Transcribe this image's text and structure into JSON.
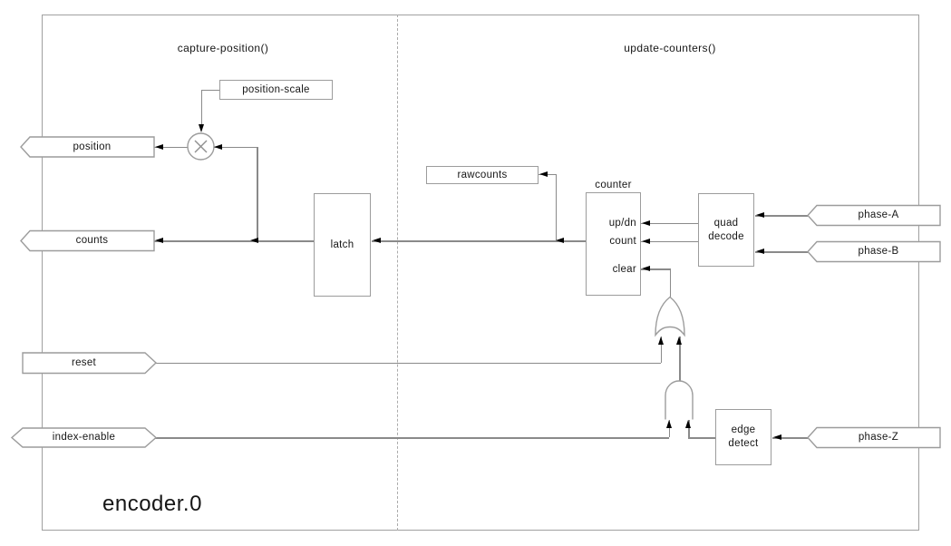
{
  "colors": {
    "background": "#ffffff",
    "wire": "#8a8a8a",
    "box_border": "#9c9c9c",
    "text": "#161616",
    "arrowhead": "#000000",
    "divider_dash": "#ababab"
  },
  "component": {
    "name": "encoder.0"
  },
  "sections": {
    "capture": {
      "title": "capture-position()"
    },
    "update": {
      "title": "update-counters()"
    }
  },
  "pins": {
    "position": {
      "label": "position",
      "direction": "out"
    },
    "counts": {
      "label": "counts",
      "direction": "out"
    },
    "reset": {
      "label": "reset",
      "direction": "in"
    },
    "index_enable": {
      "label": "index-enable",
      "direction": "io"
    },
    "phase_a": {
      "label": "phase-A",
      "direction": "in"
    },
    "phase_b": {
      "label": "phase-B",
      "direction": "in"
    },
    "phase_z": {
      "label": "phase-Z",
      "direction": "in"
    }
  },
  "blocks": {
    "position_scale": {
      "label": "position-scale"
    },
    "rawcounts": {
      "label": "rawcounts"
    },
    "latch": {
      "label": "latch"
    },
    "counter": {
      "title": "counter",
      "inputs": [
        "up/dn",
        "count",
        "clear"
      ]
    },
    "quad_decode": {
      "label_line1": "quad",
      "label_line2": "decode"
    },
    "edge_detect": {
      "label_line1": "edge",
      "label_line2": "detect"
    }
  }
}
